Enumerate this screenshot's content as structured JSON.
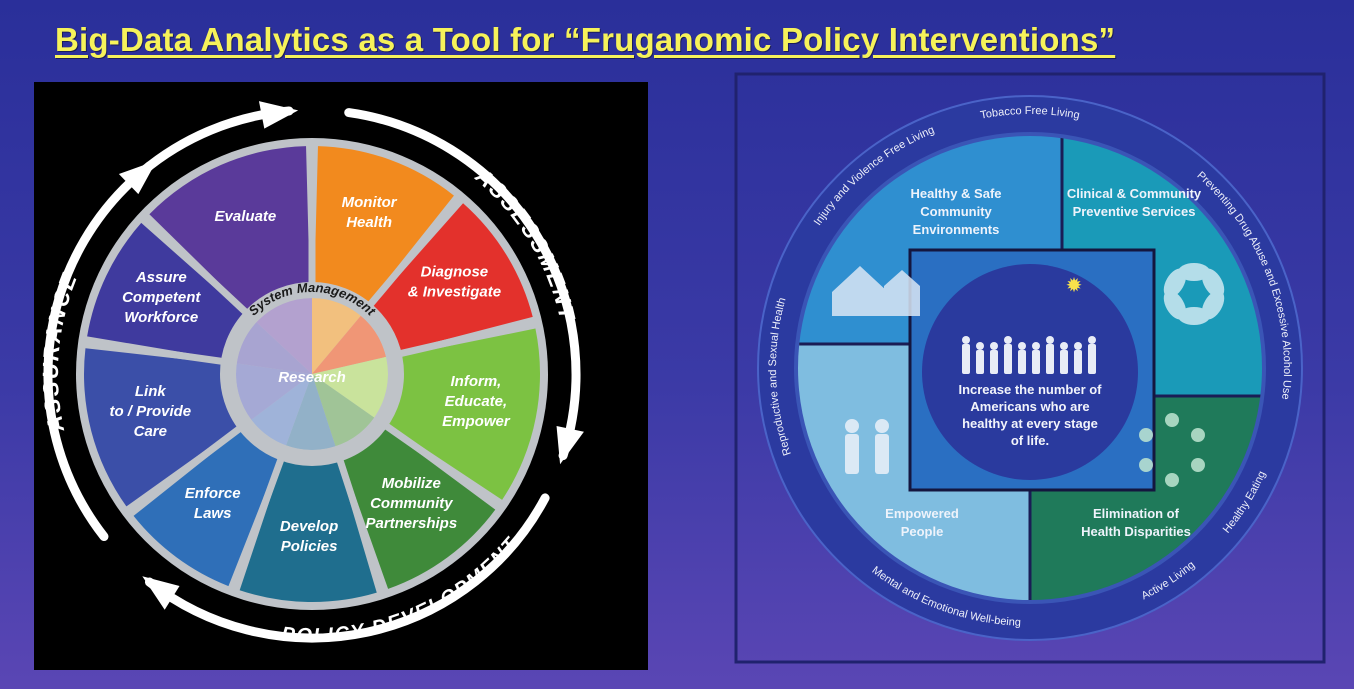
{
  "title": "Big-Data Analytics as a Tool for “Fruganomic Policy Interventions”",
  "left_wheel": {
    "outer_labels": {
      "assessment": "ASSESSMENT",
      "policy_development": "POLICY DEVELOPMENT",
      "assurance": "ASSURANCE"
    },
    "center_ring": "System Management",
    "center_label": "Research",
    "segments": [
      {
        "label": [
          "Monitor",
          "Health"
        ],
        "color": "#f28a1e"
      },
      {
        "label": [
          "Diagnose",
          "& Investigate"
        ],
        "color": "#e3312c"
      },
      {
        "label": [
          "Inform,",
          "Educate,",
          "Empower"
        ],
        "color": "#7cc242"
      },
      {
        "label": [
          "Mobilize",
          "Community",
          "Partnerships"
        ],
        "color": "#3f8a3a"
      },
      {
        "label": [
          "Develop",
          "Policies"
        ],
        "color": "#1f6e8e"
      },
      {
        "label": [
          "Enforce",
          "Laws"
        ],
        "color": "#2f6fb8"
      },
      {
        "label": [
          "Link",
          "to / Provide",
          "Care"
        ],
        "color": "#3b4fa8"
      },
      {
        "label": [
          "Assure",
          "Competent",
          "Workforce"
        ],
        "color": "#3f3a9e"
      },
      {
        "label": [
          "Evaluate"
        ],
        "color": "#5a3a9a"
      }
    ]
  },
  "right_diagram": {
    "ring_labels": {
      "top": "Tobacco Free Living",
      "top_right": "Preventing Drug Abuse and Excessive Alcohol Use",
      "right": "Healthy Eating",
      "bottom_right": "Active Living",
      "bottom": "Mental and Emotional Well-being",
      "left": "Reproductive and Sexual Health",
      "top_left": "Injury and Violence Free Living"
    },
    "quadrants": {
      "top_left": "Healthy & Safe Community Environments",
      "top_right": "Clinical & Community Preventive Services",
      "bottom_left": "Empowered People",
      "bottom_right": "Elimination of Health Disparities"
    },
    "center_text": "Increase the number of Americans who are healthy at every stage of life."
  }
}
